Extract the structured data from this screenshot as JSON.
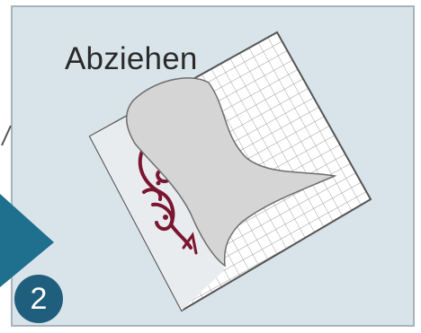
{
  "title": "Abziehen",
  "step": "2",
  "colors": {
    "background": "#d9e4ea",
    "panel_border": "#a9b4ba",
    "arrow": "#1f6f8f",
    "badge": "#1f5f7d",
    "sheet_border": "#555555",
    "grid_line": "#9a9a9a",
    "peel_fill": "#d5d5d5",
    "ornament": "#7a1630"
  },
  "icons": [
    "play-arrow-icon",
    "peel-sheet-illustration",
    "ornament-motif"
  ]
}
